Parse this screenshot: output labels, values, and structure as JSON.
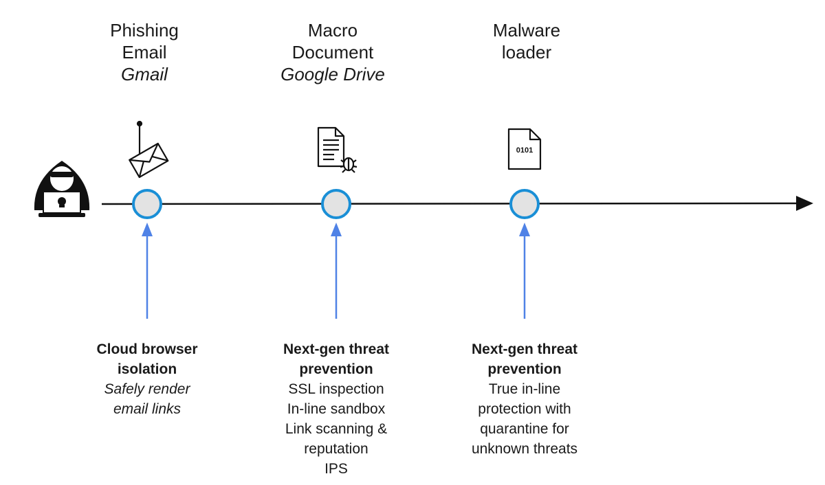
{
  "stages": [
    {
      "title_lines": [
        "Phishing",
        "Email"
      ],
      "subtitle": "Gmail",
      "icon": "phishing-email-icon"
    },
    {
      "title_lines": [
        "Macro",
        "Document"
      ],
      "subtitle": "Google Drive",
      "icon": "document-bug-icon"
    },
    {
      "title_lines": [
        "Malware",
        "loader"
      ],
      "subtitle": "",
      "icon": "binary-file-icon"
    }
  ],
  "binary_label": "0101",
  "defenses": [
    {
      "bold_lines": [
        "Cloud browser",
        "isolation"
      ],
      "italic_lines": [
        "Safely render",
        "email links"
      ],
      "lines": []
    },
    {
      "bold_lines": [
        "Next-gen threat",
        "prevention"
      ],
      "italic_lines": [],
      "lines": [
        "SSL inspection",
        "In-line sandbox",
        "Link scanning &",
        "reputation",
        "IPS"
      ]
    },
    {
      "bold_lines": [
        "Next-gen threat",
        "prevention"
      ],
      "italic_lines": [],
      "lines": [
        "True in-line",
        "protection with",
        "quarantine for",
        "unknown threats"
      ]
    }
  ],
  "attacker_icon": "hooded-hacker-icon",
  "colors": {
    "node_ring": "#1a8fd6",
    "node_fill": "#e3e3e3",
    "arrow": "#4f82e6",
    "line": "#111111"
  }
}
